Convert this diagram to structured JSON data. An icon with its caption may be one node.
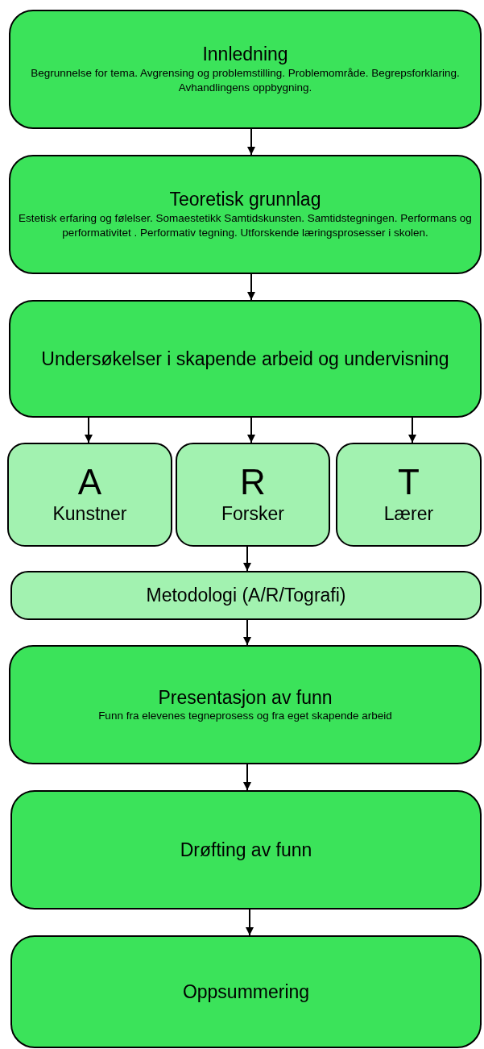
{
  "diagram": {
    "nodes": [
      {
        "text": [
          "Innledning",
          "Begrunnelse for tema. Avgrensing og problemstilling. Problemområde. Begrepsforklaring. Avhandlingens oppbygning."
        ]
      },
      {
        "text": [
          "Teoretisk grunnlag",
          "Estetisk erfaring og følelser. Somaestetikk Samtidskunsten. Samtidstegningen. Performans og  performativitet . Performativ tegning. Utforskende læringsprosesser i skolen."
        ]
      },
      {
        "text": [
          "Undersøkelser i skapende arbeid og undervisning"
        ]
      },
      {
        "text": [
          "A",
          "Kunstner"
        ]
      },
      {
        "text": [
          "R",
          "Forsker"
        ]
      },
      {
        "text": [
          "T",
          "Lærer"
        ]
      },
      {
        "text": [
          "Metodologi (A/R/Tografi)"
        ]
      },
      {
        "text": [
          "Presentasjon av funn",
          "Funn fra elevenes tegneprosess og fra eget skapende arbeid"
        ]
      },
      {
        "text": [
          "Drøfting av funn"
        ]
      },
      {
        "text": [
          "Oppsummering"
        ]
      }
    ],
    "edges": [
      {
        "from": 0,
        "to": 1,
        "arrow": "to"
      },
      {
        "from": 1,
        "to": 2,
        "arrow": "to"
      },
      {
        "from": 2,
        "to": 3,
        "arrow": "to"
      },
      {
        "from": 2,
        "to": 4,
        "arrow": "to"
      },
      {
        "from": 2,
        "to": 5,
        "arrow": "to"
      },
      {
        "from": 4,
        "to": 6,
        "arrow": "to"
      },
      {
        "from": 6,
        "to": 7,
        "arrow": "to"
      },
      {
        "from": 7,
        "to": 8,
        "arrow": "to"
      },
      {
        "from": 8,
        "to": 9,
        "arrow": "to"
      }
    ]
  }
}
